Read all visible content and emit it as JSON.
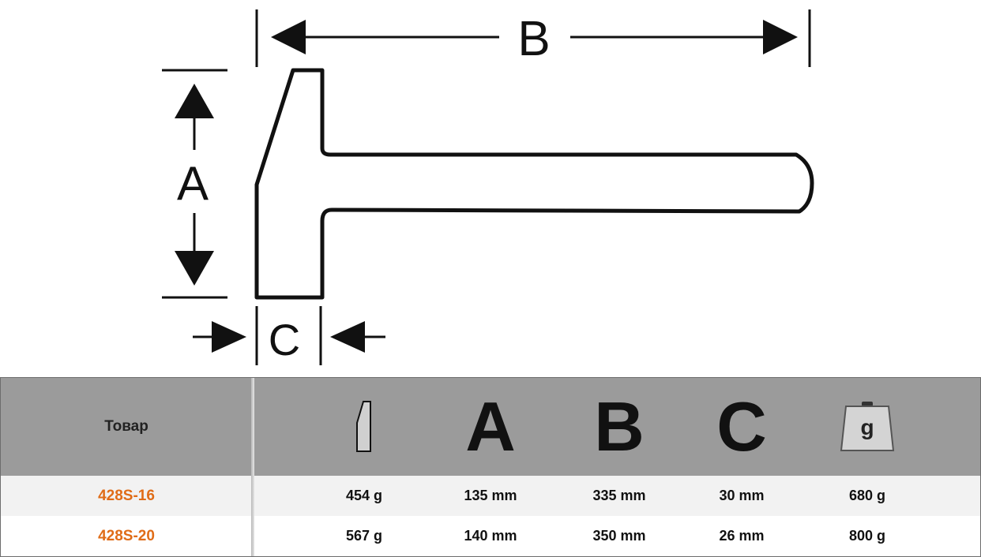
{
  "diagram": {
    "labels": {
      "a": "A",
      "b": "B",
      "c": "C"
    }
  },
  "table": {
    "header": {
      "product_label": "Товар",
      "columns": [
        {
          "icon": "hammer-head-icon",
          "text": ""
        },
        {
          "icon": "",
          "text": "A"
        },
        {
          "icon": "",
          "text": "B"
        },
        {
          "icon": "",
          "text": "C"
        },
        {
          "icon": "weight-icon",
          "text": "g"
        }
      ]
    },
    "rows": [
      {
        "product": "428S-16",
        "values": [
          "454 g",
          "135 mm",
          "335 mm",
          "30 mm",
          "680 g"
        ]
      },
      {
        "product": "428S-20",
        "values": [
          "567 g",
          "140 mm",
          "350 mm",
          "26 mm",
          "800 g"
        ]
      }
    ],
    "colors": {
      "header_bg": "#9b9b9b",
      "row_alt_bg": "#f2f2f2",
      "product_link": "#e06c17"
    }
  }
}
